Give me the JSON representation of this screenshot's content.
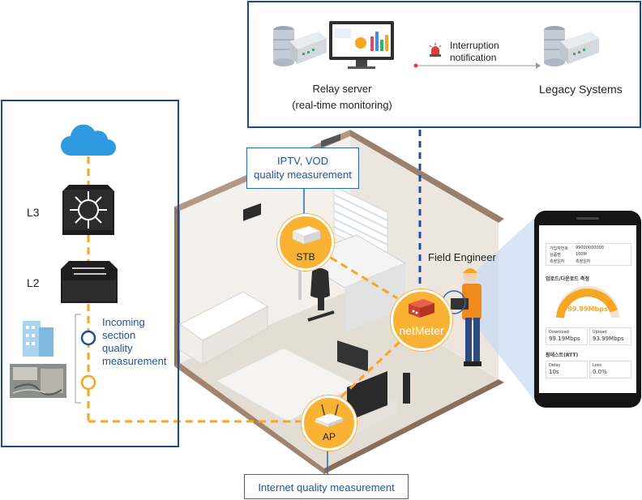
{
  "monitoring": {
    "relay_server_line1": "Relay server",
    "relay_server_line2": "(real-time monitoring)",
    "interruption_line1": "Interruption",
    "interruption_line2": "notification",
    "legacy_systems": "Legacy Systems"
  },
  "network": {
    "l3": "L3",
    "l2": "L2",
    "incoming_line1": "Incoming",
    "incoming_line2": "section",
    "incoming_line3": "quality",
    "incoming_line4": "measurement"
  },
  "callouts": {
    "iptv_line1": "IPTV, VOD",
    "iptv_line2": "quality measurement",
    "internet": "Internet quality measurement"
  },
  "devices": {
    "stb": "STB",
    "netmeter": "netMeter",
    "ap": "AP",
    "field_engineer": "Field Engineer"
  },
  "phone": {
    "info_rows": [
      {
        "k": "가입자번호",
        "v": "99000000000"
      },
      {
        "k": "상품명",
        "v": "100M"
      },
      {
        "k": "측정일자",
        "v": "측정일자"
      }
    ],
    "updown_title": "업로드/다운로드 측정",
    "gauge_value": "99.99Mbps",
    "download_label": "Download",
    "download_value": "99.19Mbps",
    "upload_label": "Upload",
    "upload_value": "93.99Mbps",
    "ping_title": "핑테스트(RTT)",
    "delay_label": "Delay",
    "delay_value": "10s",
    "loss_label": "Loss",
    "loss_value": "0.0%"
  },
  "colors": {
    "panel_border": "#1b4a8f",
    "accent_orange": "#f5a623",
    "callout_text": "#1f55a0"
  }
}
